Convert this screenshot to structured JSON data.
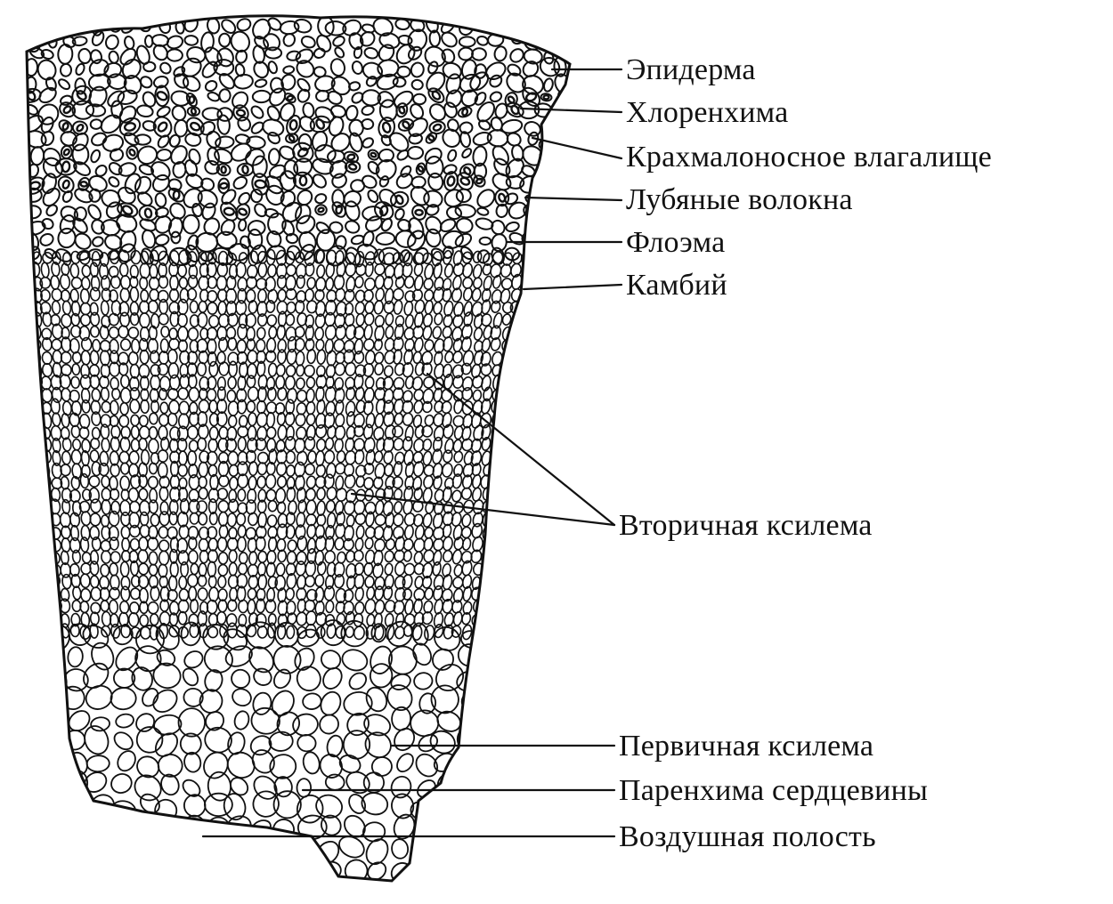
{
  "diagram": {
    "labels": {
      "epidermis": "Эпидерма",
      "chlorenchyma": "Хлоренхима",
      "starch_sheath": "Крахмалоносное влагалище",
      "bast_fibers": "Лубяные волокна",
      "phloem": "Флоэма",
      "cambium": "Камбий",
      "secondary_xylem": "Вторичная ксилема",
      "primary_xylem": "Первичная ксилема",
      "pith_parenchyma": "Паренхима сердцевины",
      "air_cavity": "Воздушная полость"
    },
    "colors": {
      "ink": "#111111",
      "background": "#ffffff"
    }
  }
}
